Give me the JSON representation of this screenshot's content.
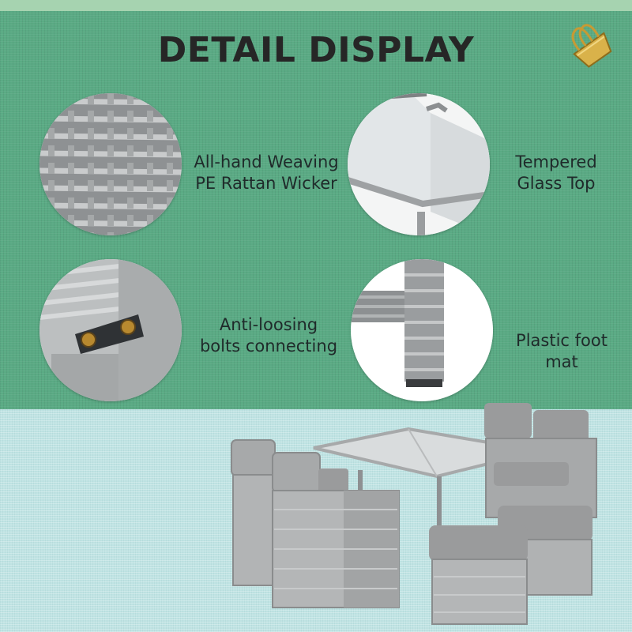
{
  "title": "DETAIL DISPLAY",
  "features": [
    {
      "line1": "All-hand Weaving",
      "line2": "PE Rattan Wicker"
    },
    {
      "line1": "Tempered",
      "line2": "Glass Top"
    },
    {
      "line1": "Anti-loosing",
      "line2": "bolts connecting"
    },
    {
      "line1": "Plastic foot",
      "line2": "mat"
    }
  ],
  "colors": {
    "top_background": "#5aaa84",
    "bottom_background": "#bfe3e3",
    "rattan": "#a7a9aa",
    "cushion": "#9a9b9c",
    "title_text": "#262626"
  },
  "icons": [
    "binder-clip-icon"
  ]
}
